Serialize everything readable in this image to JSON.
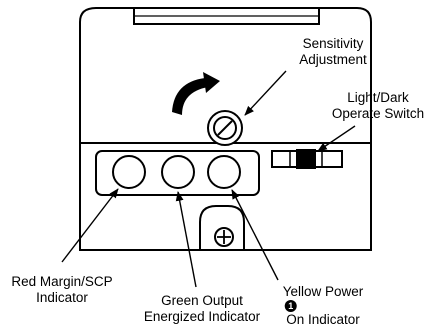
{
  "diagram": {
    "labels": {
      "sensitivity": {
        "line1": "Sensitivity",
        "line2": "Adjustment"
      },
      "operate_switch": {
        "line1": "Light/Dark",
        "line2": "Operate Switch"
      },
      "red_indicator": {
        "line1": "Red Margin/SCP",
        "line2": "Indicator"
      },
      "green_indicator": {
        "line1": "Green Output",
        "line2": "Energized Indicator"
      },
      "yellow_indicator": {
        "line1": "Yellow Power",
        "line2": "On Indicator",
        "marker": "1"
      }
    },
    "colors": {
      "stroke": "#000000",
      "fill": "#ffffff",
      "switch_knob": "#000000"
    },
    "icons": [
      "screw-icon",
      "indicator-led",
      "rotation-arrow-icon"
    ]
  }
}
